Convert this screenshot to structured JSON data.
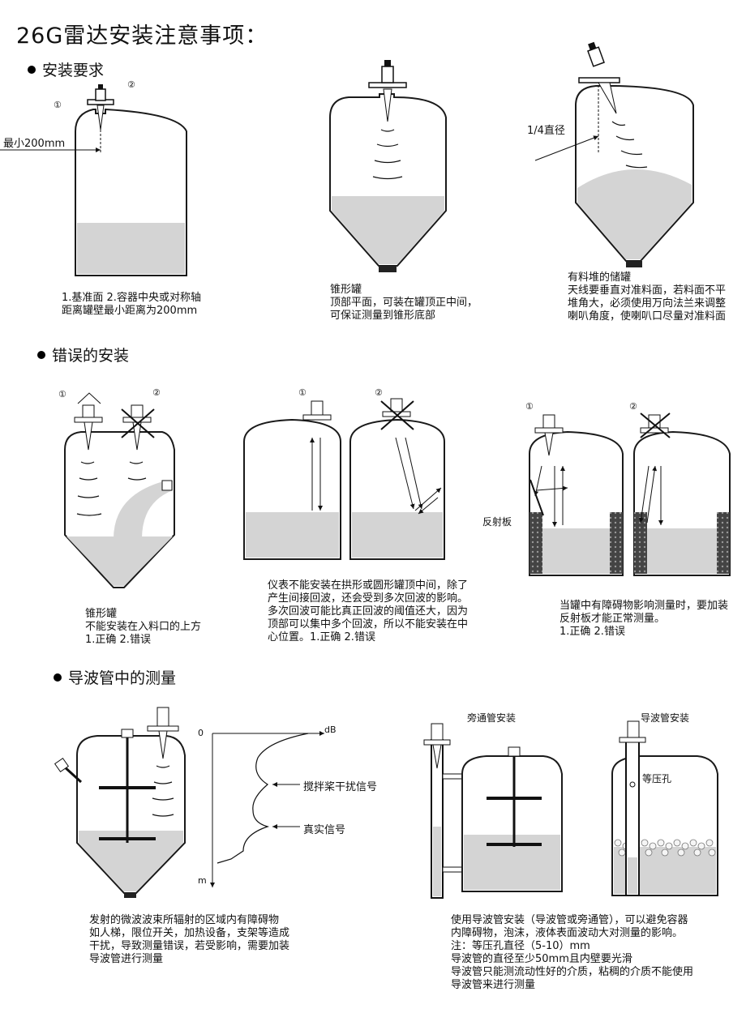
{
  "title": "26G雷达安装注意事项：",
  "sections": [
    {
      "label": "安装要求"
    },
    {
      "label": "错误的安装"
    },
    {
      "label": "导波管中的测量"
    }
  ],
  "install_req": {
    "tank1": {
      "marker1": "①",
      "marker2": "②",
      "min_distance": "最小200mm",
      "caption": "1.基准面  2.容器中央或对称轴\n距离罐壁最小距离为200mm"
    },
    "tank2": {
      "caption": "锥形罐\n顶部平面，可装在罐顶正中间，\n可保证测量到锥形底部"
    },
    "tank3": {
      "quarter_diameter": "1/4直径",
      "caption": "有料堆的储罐\n天线要垂直对准料面，若料面不平\n堆角大，必须使用万向法兰来调整\n喇叭角度，使喇叭口尽量对准料面"
    }
  },
  "wrong_install": {
    "group1": {
      "marker1": "①",
      "marker2": "②",
      "caption": "锥形罐\n不能安装在入料口的上方\n1.正确    2.错误"
    },
    "group2": {
      "marker1": "①",
      "marker2": "②",
      "caption": "仪表不能安装在拱形或圆形罐顶中间，除了\n产生间接回波，还会受到多次回波的影响。\n多次回波可能比真正回波的阈值还大，因为\n顶部可以集中多个回波，所以不能安装在中\n心位置。1.正确    2.错误"
    },
    "group3": {
      "marker1": "①",
      "marker2": "②",
      "reflector_label": "反射板",
      "caption": "当罐中有障碍物影响测量时，要加装\n反射板才能正常测量。\n1.正确    2.错误"
    }
  },
  "guide_pipe": {
    "left": {
      "axis_zero": "0",
      "axis_db": "dB",
      "axis_m": "m",
      "agitator_signal": "搅拌桨干扰信号",
      "real_signal": "真实信号",
      "caption": "发射的微波波束所辐射的区域内有障碍物\n如人梯，限位开关，加热设备，支架等造成\n干扰，导致测量错误，若受影响，需要加装\n导波管进行测量"
    },
    "right": {
      "bypass_title": "旁通管安装",
      "guide_title": "导波管安装",
      "pressure_hole": "等压孔",
      "caption": "使用导波管安装（导波管或旁通管），可以避免容器\n内障碍物，泡沫，液体表面波动大对测量的影响。\n注：等压孔直径（5-10）mm\n导波管的直径至少50mm且内壁要光滑\n导波管只能测流动性好的介质，粘稠的介质不能使用\n导波管来进行测量"
    }
  },
  "colors": {
    "liquid": "#d4d4d4",
    "outline": "#1a1a1a",
    "dark_fill": "#333333"
  }
}
